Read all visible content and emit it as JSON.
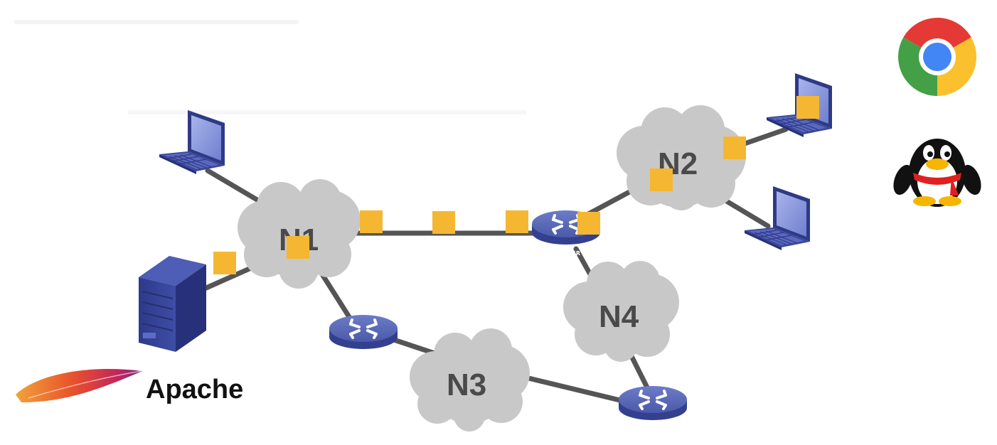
{
  "clouds": [
    {
      "id": "n1",
      "label": "N1"
    },
    {
      "id": "n2",
      "label": "N2"
    },
    {
      "id": "n3",
      "label": "N3"
    },
    {
      "id": "n4",
      "label": "N4"
    }
  ],
  "router_label": "ROUTER",
  "brand": {
    "apache_label": "Apache",
    "icons": [
      "chrome-icon",
      "qq-penguin-icon",
      "apache-feather-icon"
    ]
  },
  "colors": {
    "cloud": "#c8c8c8",
    "link": "#555555",
    "packet": "#f5b731",
    "device_blue": "#3c4a9e",
    "router_blue": "#5566b8"
  }
}
